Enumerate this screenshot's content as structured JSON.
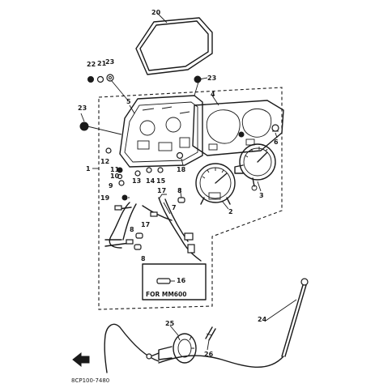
{
  "callouts": {
    "c1": "1",
    "c2": "2",
    "c3": "3",
    "c4": "4",
    "c5": "5",
    "c6": "6",
    "c7": "7",
    "c8a": "8",
    "c8b": "8",
    "c8c": "8",
    "c9": "9",
    "c10": "10",
    "c11": "11",
    "c12": "12",
    "c13": "13",
    "c14": "14",
    "c15": "15",
    "c16": "16",
    "c17a": "17",
    "c17b": "17",
    "c18": "18",
    "c19": "19",
    "c20": "20",
    "c21": "21",
    "c22": "22",
    "c23a": "23",
    "c23b": "23",
    "c23c": "23",
    "c24": "24",
    "c25": "25",
    "c26": "26"
  },
  "inset_caption": "FOR MM600",
  "diagram_code": "8CP100-7480",
  "colors": {
    "ink": "#1a1a1a",
    "paper": "#ffffff"
  }
}
